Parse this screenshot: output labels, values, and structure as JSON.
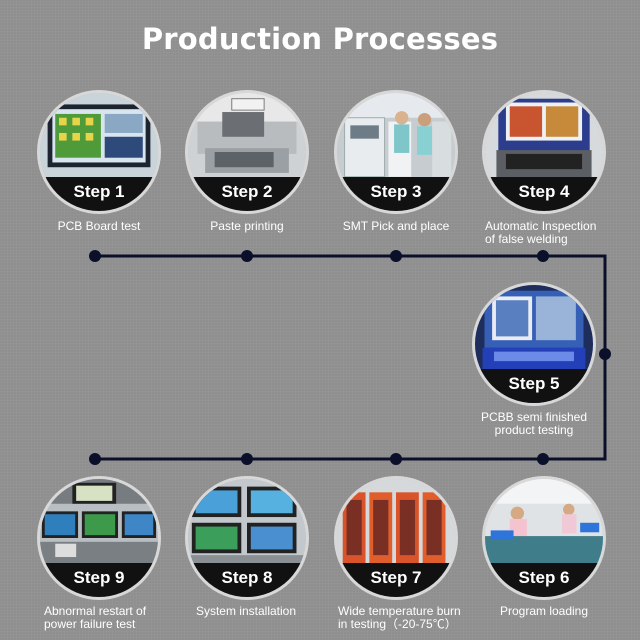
{
  "title": "Production Processes",
  "colors": {
    "background": "#8f8f8f",
    "line": "#0b0f2a",
    "label_band": "#111111",
    "text": "#ffffff"
  },
  "steps": [
    {
      "label": "Step 1",
      "caption": [
        "PCB Board test"
      ]
    },
    {
      "label": "Step 2",
      "caption": [
        "Paste printing"
      ]
    },
    {
      "label": "Step 3",
      "caption": [
        "SMT Pick and place"
      ]
    },
    {
      "label": "Step 4",
      "caption": [
        "Automatic Inspection",
        "of false welding"
      ]
    },
    {
      "label": "Step 5",
      "caption": [
        "PCBB semi finished",
        "product testing"
      ]
    },
    {
      "label": "Step 6",
      "caption": [
        "Program loading"
      ]
    },
    {
      "label": "Step 7",
      "caption": [
        "Wide temperature burn",
        "in testing（-20-75℃）"
      ]
    },
    {
      "label": "Step 8",
      "caption": [
        "System installation"
      ]
    },
    {
      "label": "Step 9",
      "caption": [
        "Abnormal restart of",
        "power failure test"
      ]
    }
  ]
}
